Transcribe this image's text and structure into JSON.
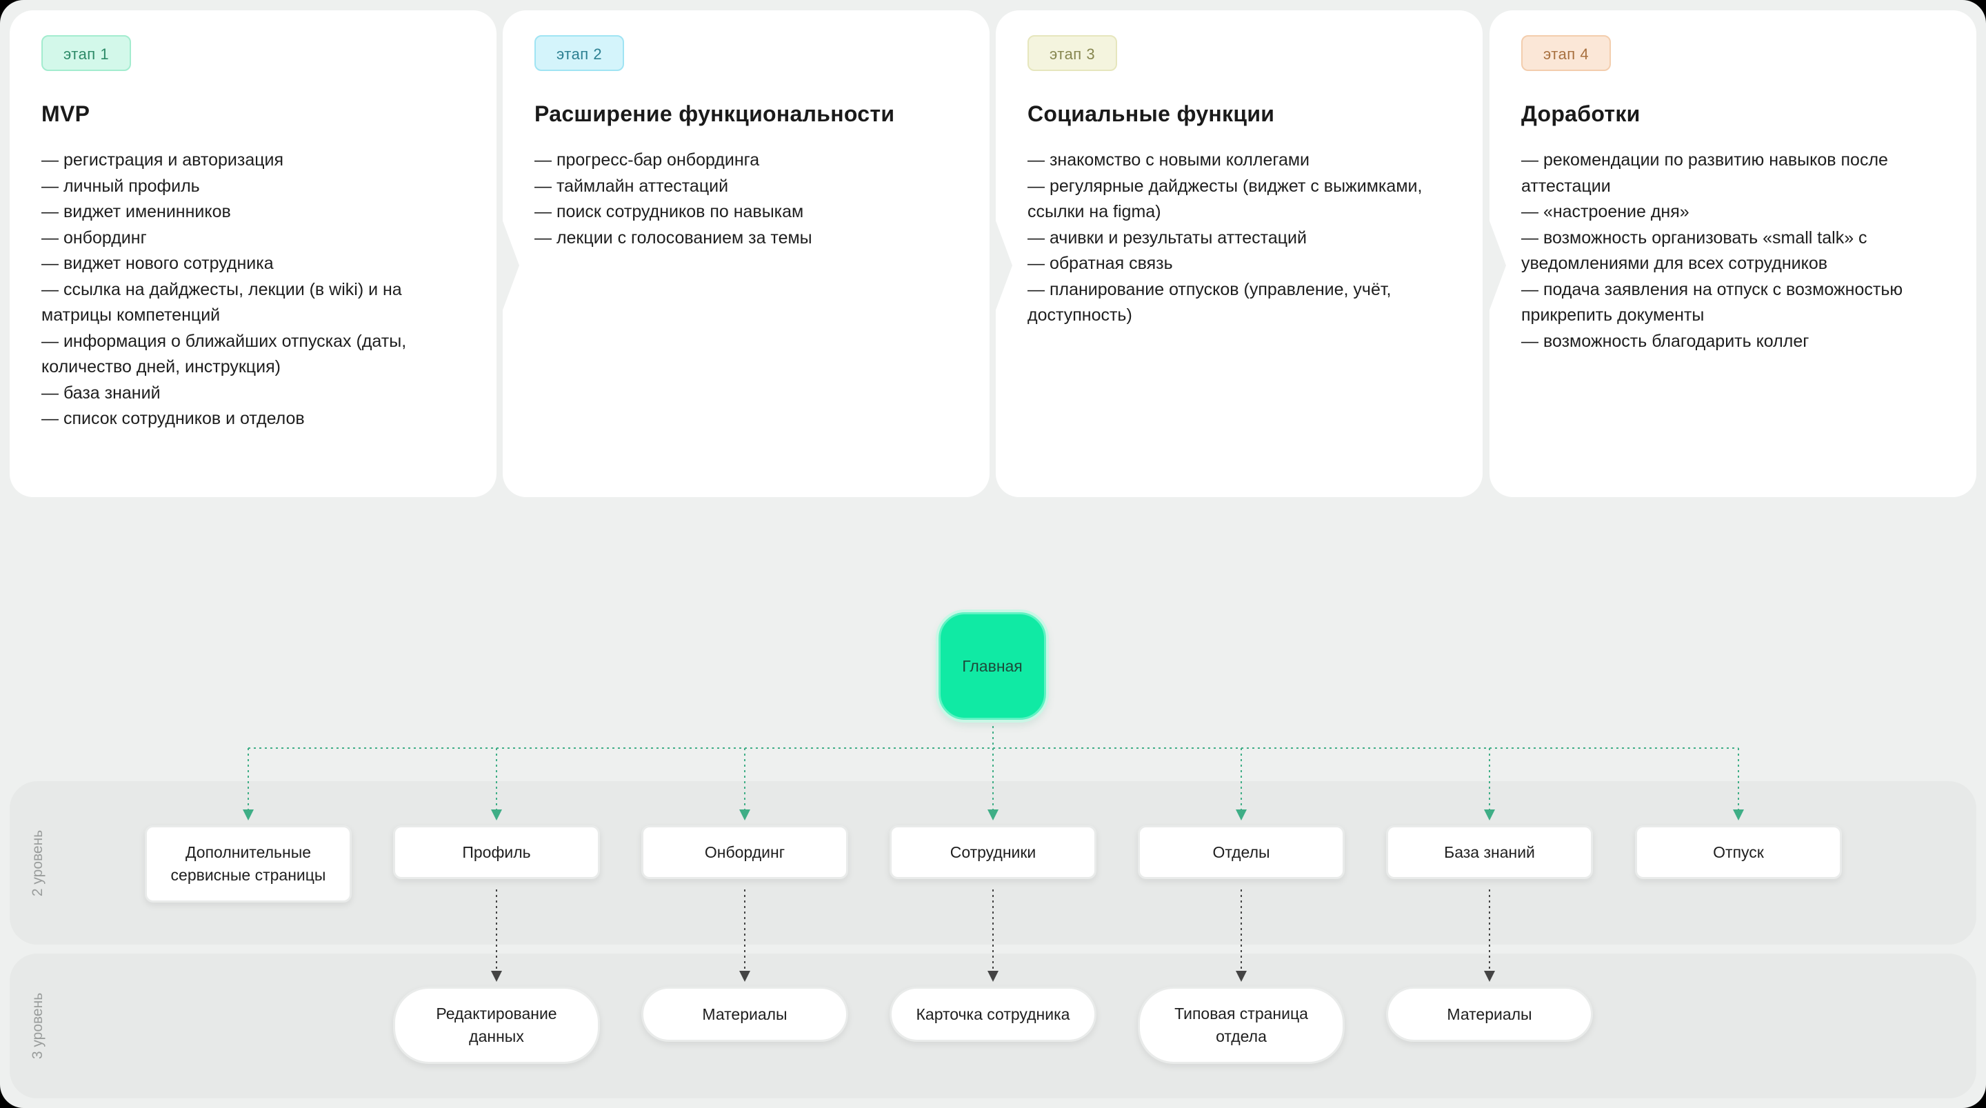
{
  "stages": [
    {
      "badge": "этап 1",
      "title": "MVP",
      "items": [
        "— регистрация и авторизация",
        "— личный профиль",
        "— виджет именинников",
        "— онбординг",
        "— виджет нового сотрудника",
        "— ссылка на дайджесты, лекции (в wiki) и на",
        "матрицы компетенций",
        "— информация о ближайших отпусках (даты,",
        "количество дней, инструкция)",
        "— база знаний",
        "— список сотрудников и отделов"
      ]
    },
    {
      "badge": "этап 2",
      "title": "Расширение функциональности",
      "items": [
        "— прогресс-бар онбординга",
        "— таймлайн аттестаций",
        "— поиск сотрудников по навыкам",
        "— лекции с голосованием за темы"
      ]
    },
    {
      "badge": "этап 3",
      "title": "Социальные функции",
      "items": [
        "— знакомство с новыми коллегами",
        "— регулярные дайджесты (виджет с выжимками,",
        "ссылки на figma)",
        "— ачивки и результаты аттестаций",
        "— обратная связь",
        "— планирование отпусков (управление, учёт,",
        "доступность)"
      ]
    },
    {
      "badge": "этап 4",
      "title": "Доработки",
      "items": [
        "— рекомендации по развитию навыков после",
        "аттестации",
        "— «настроение дня»",
        "— возможность организовать «small talk» с",
        "уведомлениями для всех сотрудников",
        "— подача заявления на отпуск с возможностью",
        "прикрепить документы",
        "— возможность благодарить коллег"
      ]
    }
  ],
  "sitemap": {
    "root": "Главная",
    "level2_label": "2 уровень",
    "level3_label": "3 уровень",
    "level2": [
      "Дополнительные сервисные страницы",
      "Профиль",
      "Онбординг",
      "Сотрудники",
      "Отделы",
      "База знаний",
      "Отпуск"
    ],
    "level3": [
      "Редактирование данных",
      "Материалы",
      "Карточка сотрудника",
      "Типовая страница отдела",
      "Материалы"
    ]
  },
  "colors": {
    "root_fill": "#10eaa4",
    "connector_root": "#3fae86",
    "connector_child": "#555555",
    "background": "#eef0ef"
  }
}
